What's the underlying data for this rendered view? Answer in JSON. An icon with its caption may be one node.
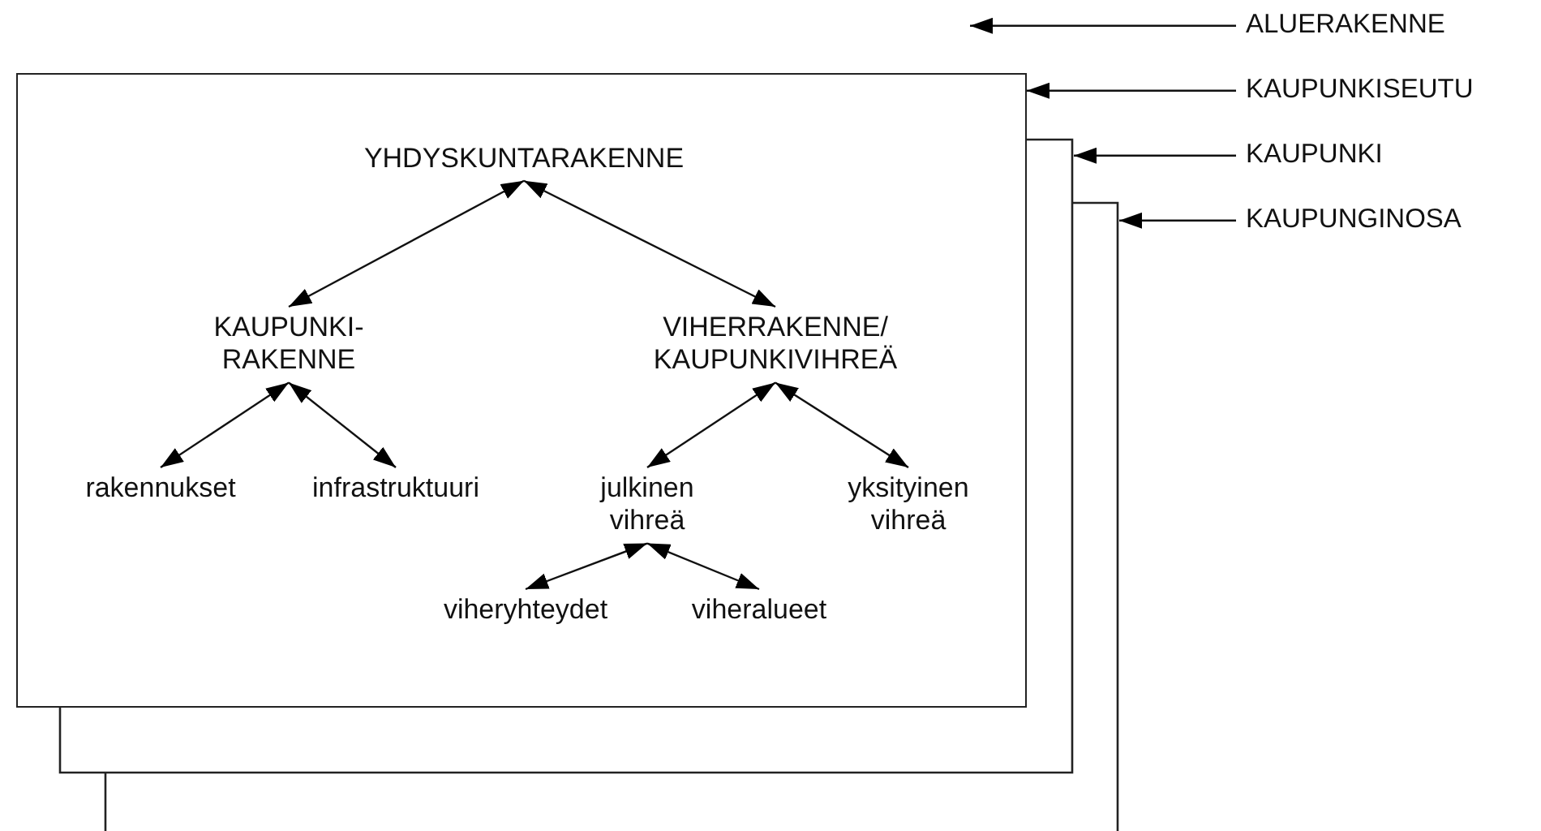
{
  "diagram": {
    "nodes": [
      {
        "text": [
          "ALUERAKENNE"
        ]
      },
      {
        "text": [
          "KAUPUNKISEUTU"
        ]
      },
      {
        "text": [
          "KAUPUNKI"
        ]
      },
      {
        "text": [
          "KAUPUNGINOSA"
        ]
      },
      {
        "text": [],
        "shape": "box"
      },
      {
        "text": [
          "YHDYSKUNTARAKENNE"
        ],
        "in": 4
      },
      {
        "text": [
          "KAUPUNKI-RAKENNE"
        ],
        "in": 4
      },
      {
        "text": [
          "VIHERRAKENNE/ KAUPUNKIVIHREÄ"
        ],
        "in": 4
      },
      {
        "text": [
          "rakennukset"
        ],
        "in": 4
      },
      {
        "text": [
          "infrastruktuuri"
        ],
        "in": 4
      },
      {
        "text": [
          "julkinen vihreä"
        ],
        "in": 4
      },
      {
        "text": [
          "yksityinen vihreä"
        ],
        "in": 4
      },
      {
        "text": [
          "viheryhteydet"
        ],
        "in": 4
      },
      {
        "text": [
          "viheralueet"
        ],
        "in": 4
      }
    ],
    "edges": [
      {
        "from": 0,
        "to": null,
        "arrow": "to"
      },
      {
        "from": 1,
        "to": 4,
        "arrow": "to"
      },
      {
        "from": 2,
        "to": null,
        "arrow": "to"
      },
      {
        "from": 3,
        "to": null,
        "arrow": "to"
      },
      {
        "from": 5,
        "to": 6,
        "arrow": "both"
      },
      {
        "from": 5,
        "to": 7,
        "arrow": "both"
      },
      {
        "from": 6,
        "to": 8,
        "arrow": "both"
      },
      {
        "from": 6,
        "to": 9,
        "arrow": "both"
      },
      {
        "from": 7,
        "to": 10,
        "arrow": "both"
      },
      {
        "from": 7,
        "to": 11,
        "arrow": "both"
      },
      {
        "from": 10,
        "to": 12,
        "arrow": "both"
      },
      {
        "from": 10,
        "to": 13,
        "arrow": "both"
      }
    ]
  }
}
